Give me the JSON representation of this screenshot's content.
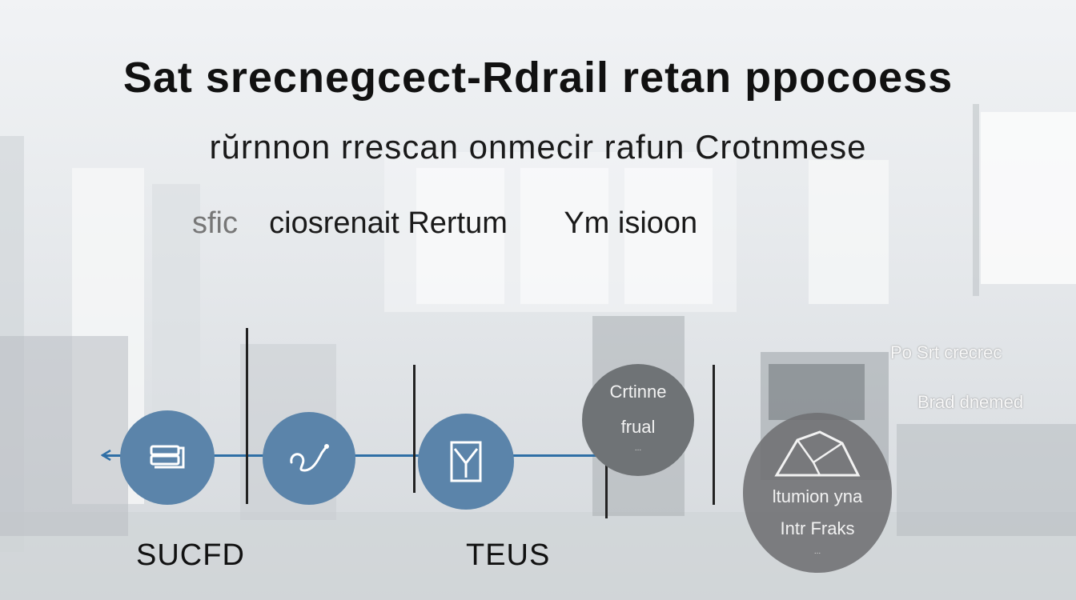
{
  "title": "Sat srecnegcect-Rdrail retan ppocoess",
  "subtitle": "rŭrnnon rrescan onmecir rafun Crotnmese",
  "subline": {
    "faint_prefix": "sfic",
    "middle": "ciosrenait Rertum",
    "right": "Ym isioon"
  },
  "nodes": [
    {
      "id": "node-1",
      "icon": "stack-icon"
    },
    {
      "id": "node-2",
      "icon": "signature-icon"
    },
    {
      "id": "node-3",
      "icon": "document-icon"
    },
    {
      "id": "node-4",
      "line1": "Crtinne",
      "line2": "frual",
      "line3": "..."
    },
    {
      "id": "node-5",
      "icon": "crystal-icon",
      "line1": "ltumion yna",
      "line2": "Intr Fraks",
      "line3": "..."
    }
  ],
  "side_notes": {
    "top": "Po Srt crecrec",
    "bottom": "Brad dnemed"
  },
  "bottom_labels": {
    "left": "SUCFD",
    "right": "TEUS"
  },
  "colors": {
    "blue_node": "#5b84aa",
    "grey_node": "#6f7376",
    "connector": "#2f6fa6"
  }
}
